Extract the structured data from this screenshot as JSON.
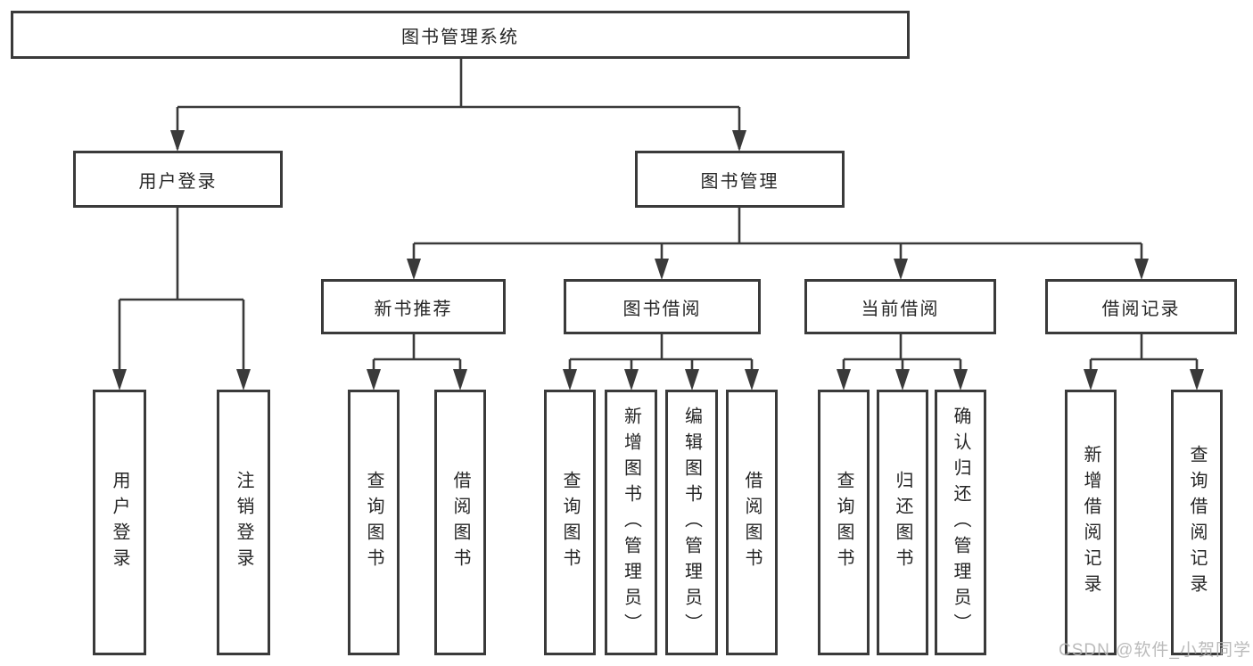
{
  "diagram_type": "hierarchy-tree",
  "tree": {
    "label": "图书管理系统",
    "children": [
      {
        "label": "用户登录",
        "children": [
          {
            "label": "用户登录"
          },
          {
            "label": "注销登录"
          }
        ]
      },
      {
        "label": "图书管理",
        "children": [
          {
            "label": "新书推荐",
            "children": [
              {
                "label": "查询图书"
              },
              {
                "label": "借阅图书"
              }
            ]
          },
          {
            "label": "图书借阅",
            "children": [
              {
                "label": "查询图书"
              },
              {
                "label": "新增图书（管理员）"
              },
              {
                "label": "编辑图书（管理员）"
              },
              {
                "label": "借阅图书"
              }
            ]
          },
          {
            "label": "当前借阅",
            "children": [
              {
                "label": "查询图书"
              },
              {
                "label": "归还图书"
              },
              {
                "label": "确认归还（管理员）"
              }
            ]
          },
          {
            "label": "借阅记录",
            "children": [
              {
                "label": "新增借阅记录"
              },
              {
                "label": "查询借阅记录"
              }
            ]
          }
        ]
      }
    ]
  },
  "watermark": "CSDN @软件_小贺同学",
  "colors": {
    "line": "#3a3a3a",
    "box_border": "#3a3a3a",
    "text": "#262626",
    "background": "#ffffff",
    "watermark": "#b4b4b4"
  }
}
